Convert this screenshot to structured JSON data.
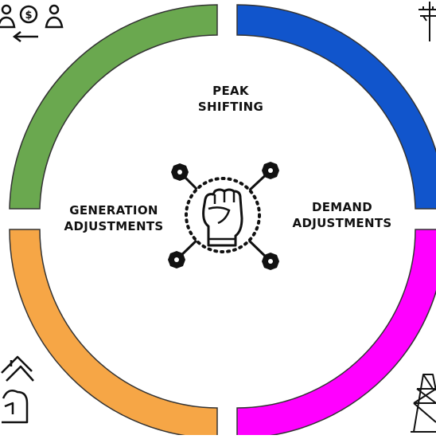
{
  "diagram": {
    "segments": [
      {
        "id": "peak-shifting",
        "color": "#6aa84f"
      },
      {
        "id": "demand-adjustments",
        "color": "#1155cc"
      },
      {
        "id": "ancillary",
        "color": "#ff00ff"
      },
      {
        "id": "generation-adjustments",
        "color": "#f6a646"
      }
    ],
    "labels": {
      "peak": [
        "PEAK",
        "SHIFTING"
      ],
      "demand": [
        "DEMAND",
        "ADJUSTMENTS"
      ],
      "generation": [
        "GENERATION",
        "ADJUSTMENTS"
      ]
    },
    "icons": {
      "center": "raised-fist-network-icon",
      "top_left": "money-exchange-people-icon",
      "top_right": "utility-pole-icon",
      "bottom_left": "house-plug-icon",
      "bottom_right": "transmission-tower-icon"
    },
    "colors": {
      "outline": "#333333",
      "text": "#111111"
    }
  }
}
